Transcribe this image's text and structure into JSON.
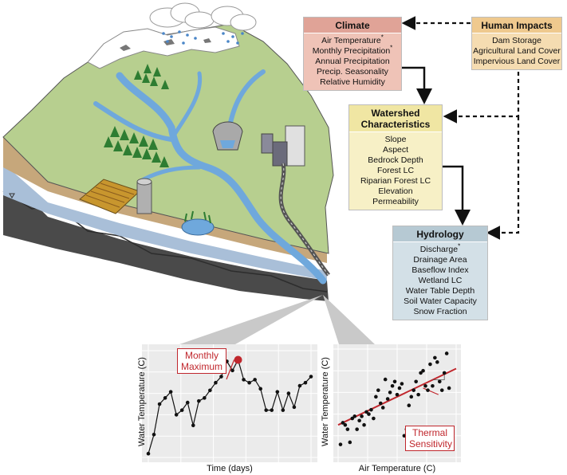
{
  "climate": {
    "title": "Climate",
    "items": [
      "Air Temperature",
      "Monthly Precipitation",
      "Annual Precipitation",
      "Precip. Seasonality",
      "Relative Humidity"
    ],
    "star": "*"
  },
  "human_impacts": {
    "title": "Human Impacts",
    "items": [
      "Dam Storage",
      "Agricultural Land Cover",
      "Impervious Land Cover"
    ]
  },
  "watershed": {
    "title_line1": "Watershed",
    "title_line2": "Characteristics",
    "items": [
      "Slope",
      "Aspect",
      "Bedrock Depth",
      "Forest LC",
      "Riparian Forest LC",
      "Elevation",
      "Permeability"
    ]
  },
  "hydrology": {
    "title": "Hydrology",
    "items": [
      "Discharge",
      "Drainage Area",
      "Baseflow Index",
      "Wetland LC",
      "Water Table Depth",
      "Soil Water Capacity",
      "Snow Fraction"
    ],
    "star": "*"
  },
  "colors": {
    "accent_red": "#c0272d",
    "water_blue": "#6fa8dc",
    "land_green": "#b7cf8f",
    "plot_bg": "#ebebeb"
  },
  "chart_data": [
    {
      "type": "line",
      "xlabel": "Time (days)",
      "ylabel": "Water Temperature (C)",
      "x": [
        1,
        2,
        3,
        4,
        5,
        6,
        7,
        8,
        9,
        10,
        11,
        12,
        13,
        14,
        15,
        16,
        17,
        18,
        19,
        20,
        21,
        22,
        23,
        24,
        25,
        26,
        27,
        28,
        29,
        30
      ],
      "y": [
        0.5,
        3.0,
        7.0,
        7.8,
        8.6,
        5.6,
        6.2,
        7.2,
        4.2,
        7.4,
        7.8,
        8.8,
        9.8,
        10.6,
        12.6,
        11.4,
        12.8,
        10.2,
        9.8,
        10.2,
        9.0,
        6.2,
        6.2,
        8.6,
        6.2,
        8.4,
        6.6,
        9.4,
        9.8,
        10.6
      ],
      "annotations": [
        {
          "text_line1": "Monthly",
          "text_line2": "Maximum",
          "x": 15,
          "y": 12.6
        }
      ],
      "ylim": [
        0,
        14
      ]
    },
    {
      "type": "scatter",
      "xlabel": "Air Temperature (C)",
      "ylabel": "Water Temperature (C)",
      "points": [
        [
          1,
          12
        ],
        [
          2,
          32
        ],
        [
          3,
          30
        ],
        [
          4,
          26
        ],
        [
          5,
          14
        ],
        [
          6,
          36
        ],
        [
          7,
          38
        ],
        [
          8,
          26
        ],
        [
          9,
          34
        ],
        [
          10,
          38
        ],
        [
          11,
          30
        ],
        [
          12,
          42
        ],
        [
          13,
          40
        ],
        [
          14,
          44
        ],
        [
          15,
          36
        ],
        [
          16,
          56
        ],
        [
          17,
          62
        ],
        [
          18,
          50
        ],
        [
          19,
          46
        ],
        [
          20,
          72
        ],
        [
          21,
          54
        ],
        [
          22,
          60
        ],
        [
          23,
          66
        ],
        [
          24,
          70
        ],
        [
          25,
          58
        ],
        [
          26,
          64
        ],
        [
          27,
          68
        ],
        [
          28,
          20
        ],
        [
          29,
          26
        ],
        [
          30,
          48
        ],
        [
          31,
          56
        ],
        [
          32,
          62
        ],
        [
          33,
          70
        ],
        [
          34,
          58
        ],
        [
          35,
          78
        ],
        [
          36,
          80
        ],
        [
          37,
          66
        ],
        [
          38,
          62
        ],
        [
          39,
          86
        ],
        [
          40,
          66
        ],
        [
          41,
          92
        ],
        [
          42,
          88
        ],
        [
          43,
          70
        ],
        [
          44,
          62
        ],
        [
          45,
          78
        ],
        [
          46,
          96
        ],
        [
          47,
          64
        ]
      ],
      "trend": {
        "x0": 0,
        "y0": 30,
        "x1": 50,
        "y1": 82
      },
      "annotations": [
        {
          "text_line1": "Thermal",
          "text_line2": "Sensitivity"
        }
      ]
    }
  ]
}
